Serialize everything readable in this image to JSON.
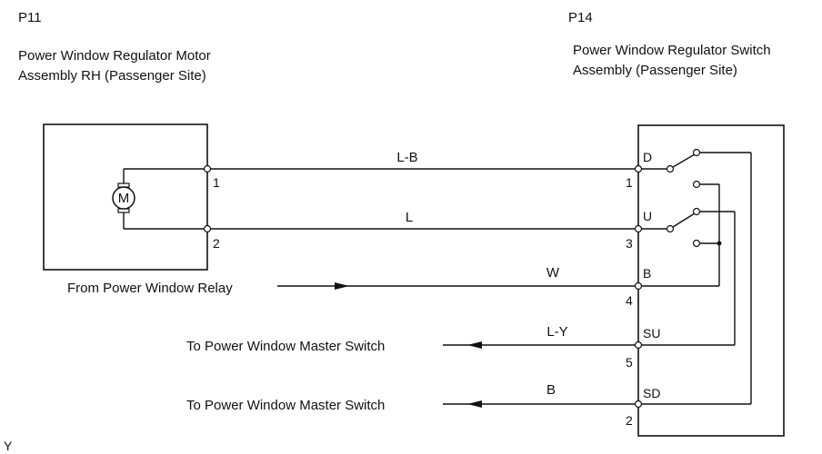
{
  "connectors": {
    "p11": {
      "id": "P11",
      "name_line1": "Power Window Regulator Motor",
      "name_line2": "Assembly RH (Passenger Site)"
    },
    "p14": {
      "id": "P14",
      "name_line1": "Power Window Regulator Switch",
      "name_line2": "Assembly (Passenger Site)"
    }
  },
  "motor_symbol": "M",
  "wires": [
    {
      "color": "L-B",
      "p11_pin": "1",
      "p14_pin": "1",
      "p14_terminal": "D"
    },
    {
      "color": "L",
      "p11_pin": "2",
      "p14_pin": "3",
      "p14_terminal": "U"
    },
    {
      "color": "W",
      "p14_pin": "4",
      "p14_terminal": "B",
      "source": "From Power Window Relay"
    },
    {
      "color": "L-Y",
      "p14_pin": "5",
      "p14_terminal": "SU",
      "destination": "To Power Window Master Switch"
    },
    {
      "color": "B",
      "p14_pin": "2",
      "p14_terminal": "SD",
      "destination": "To Power Window Master Switch"
    }
  ],
  "corner_mark": "Y"
}
